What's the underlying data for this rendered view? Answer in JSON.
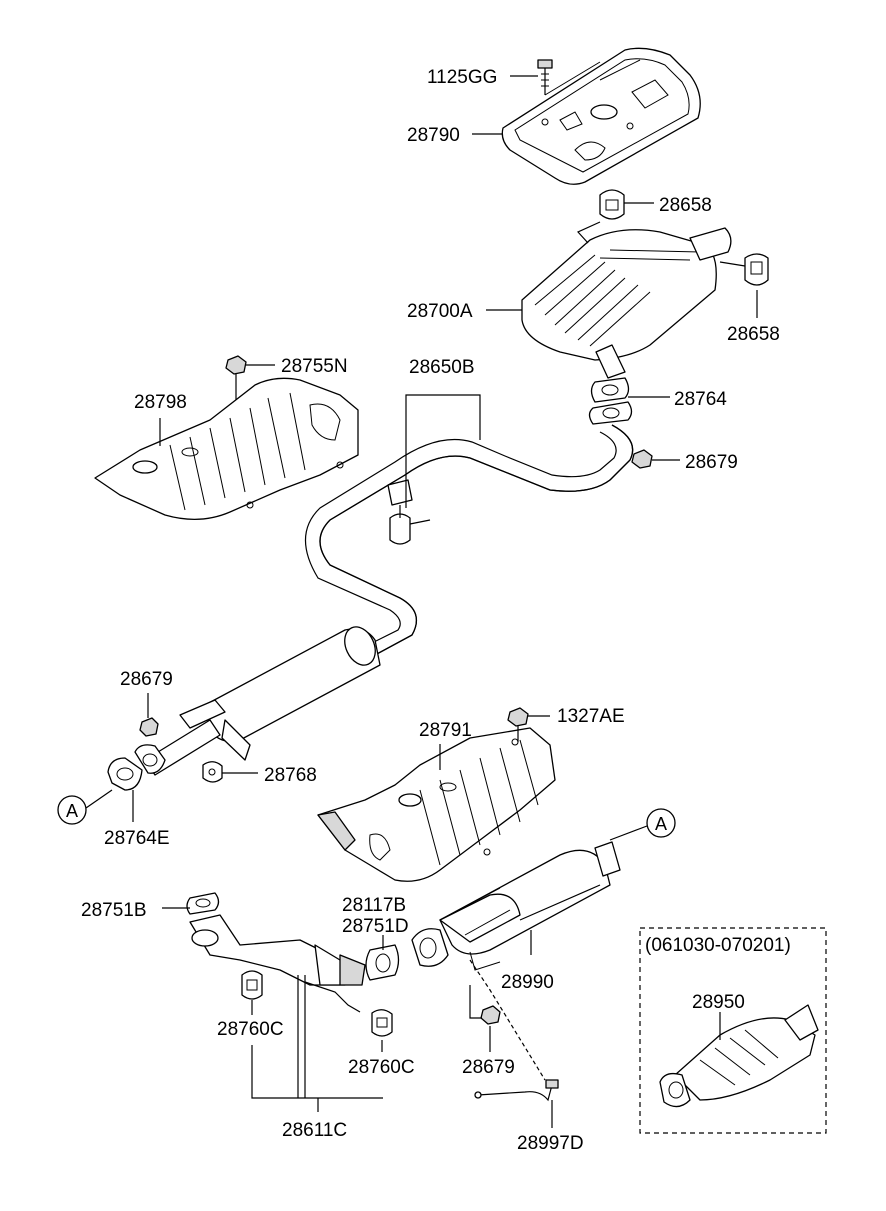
{
  "labels": {
    "l_1125GG": "1125GG",
    "l_28790": "28790",
    "l_28658_top": "28658",
    "l_28658_right": "28658",
    "l_28700A": "28700A",
    "l_28755N": "28755N",
    "l_28650B": "28650B",
    "l_28798": "28798",
    "l_28764": "28764",
    "l_28679_top": "28679",
    "l_28679_left": "28679",
    "l_28768": "28768",
    "l_28764E": "28764E",
    "l_28791": "28791",
    "l_1327AE": "1327AE",
    "l_28751B": "28751B",
    "l_28117B": "28117B",
    "l_28751D": "28751D",
    "l_28990": "28990",
    "l_28760C_left": "28760C",
    "l_28760C_right": "28760C",
    "l_28679_bottom": "28679",
    "l_28611C": "28611C",
    "l_28997D": "28997D",
    "l_date_range": "(061030-070201)",
    "l_28950": "28950"
  },
  "callouts": {
    "a_left": "A",
    "a_right": "A"
  },
  "colors": {
    "line": "#000000",
    "part_fill": "#ffffff",
    "shade_fill": "#d8d8d8",
    "background": "#ffffff"
  }
}
